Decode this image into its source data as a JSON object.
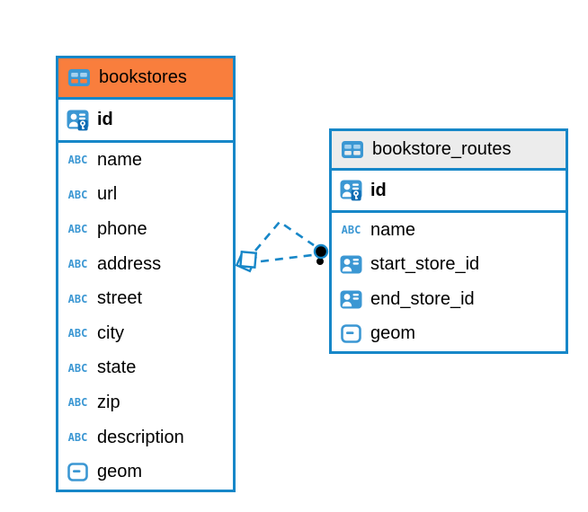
{
  "colors": {
    "accent_blue": "#1787c8",
    "icon_blue": "#3b97d3",
    "bookstores_header": "#f97e3d",
    "routes_header": "#ececec",
    "text": "#000000"
  },
  "icons": {
    "abc_label": "ABC"
  },
  "tables": [
    {
      "title": "bookstores",
      "header_style": "orange",
      "key_column": {
        "label": "id",
        "icon": "primary-key"
      },
      "columns": [
        {
          "label": "name",
          "icon": "text"
        },
        {
          "label": "url",
          "icon": "text"
        },
        {
          "label": "phone",
          "icon": "text"
        },
        {
          "label": "address",
          "icon": "text"
        },
        {
          "label": "street",
          "icon": "text"
        },
        {
          "label": "city",
          "icon": "text"
        },
        {
          "label": "state",
          "icon": "text"
        },
        {
          "label": "zip",
          "icon": "text"
        },
        {
          "label": "description",
          "icon": "text"
        },
        {
          "label": "geom",
          "icon": "geometry"
        }
      ]
    },
    {
      "title": "bookstore_routes",
      "header_style": "gray",
      "key_column": {
        "label": "id",
        "icon": "primary-key"
      },
      "columns": [
        {
          "label": "name",
          "icon": "text"
        },
        {
          "label": "start_store_id",
          "icon": "foreign-key"
        },
        {
          "label": "end_store_id",
          "icon": "foreign-key"
        },
        {
          "label": "geom",
          "icon": "geometry"
        }
      ]
    }
  ],
  "relationship": {
    "source_table": "bookstores",
    "target_table": "bookstore_routes",
    "line_style": "dashed",
    "line_count": 2,
    "source_marker": "overlapping-squares",
    "target_marker": "filled-dot"
  }
}
